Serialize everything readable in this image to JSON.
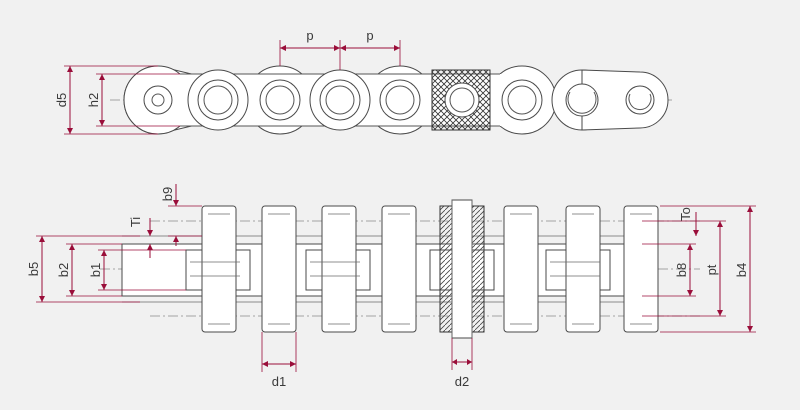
{
  "figure": {
    "accent_color": "#9a0e3a",
    "background": "#f1f1f1",
    "dimension_labels": {
      "p_left": "p",
      "p_right": "p",
      "d5": "d5",
      "h2": "h2",
      "b9": "b9",
      "ti": "Ti",
      "to": "To",
      "b5": "b5",
      "b2": "b2",
      "b1": "b1",
      "b8": "b8",
      "pt": "pt",
      "b4": "b4",
      "d1": "d1",
      "d2": "d2"
    }
  }
}
